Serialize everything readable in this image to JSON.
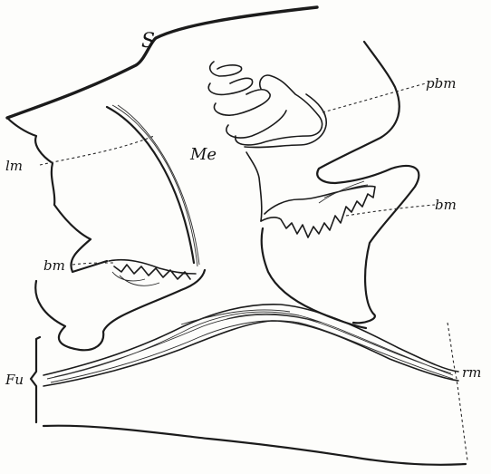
{
  "labels": {
    "S": "S",
    "Me": "Me",
    "lm": "lm",
    "pbm": "pbm",
    "bm_left": "bm",
    "bm_right": "bm",
    "Fu": "Fu",
    "rm": "rm"
  }
}
